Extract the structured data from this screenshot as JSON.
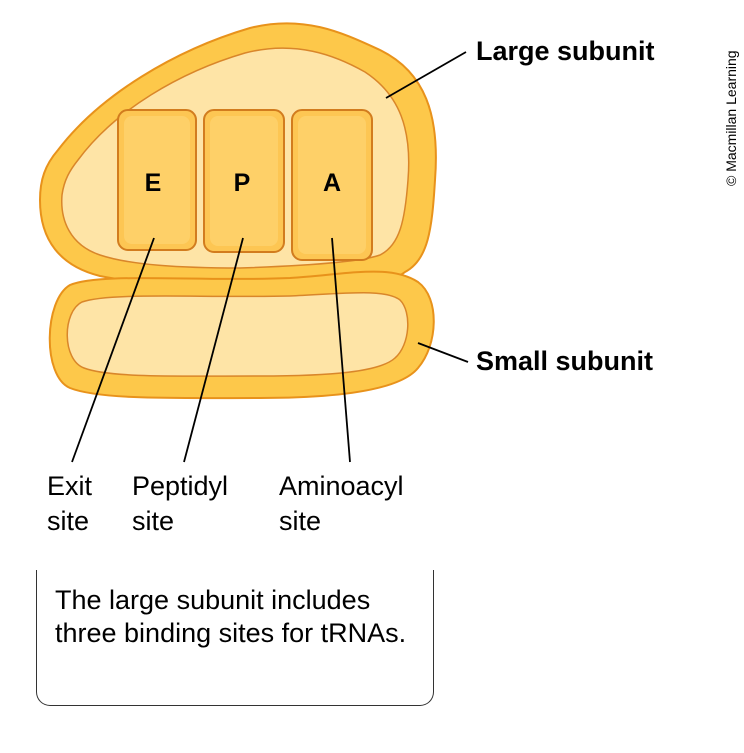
{
  "labels": {
    "large_subunit": "Large subunit",
    "small_subunit": "Small subunit",
    "site_e": "E",
    "site_p": "P",
    "site_a": "A",
    "exit_line1": "Exit",
    "exit_line2": "site",
    "peptidyl_line1": "Peptidyl",
    "peptidyl_line2": "site",
    "aminoacyl_line1": "Aminoacyl",
    "aminoacyl_line2": "site"
  },
  "caption": "The large subunit includes three binding sites for tRNAs.",
  "copyright": "© Macmillan Learning",
  "colors": {
    "outer_fill": "#FDC84A",
    "outer_stroke": "#E8921B",
    "inner_fill": "#FEE4A6",
    "site_fill": "#FDC653",
    "site_highlight": "#FFD97A"
  }
}
